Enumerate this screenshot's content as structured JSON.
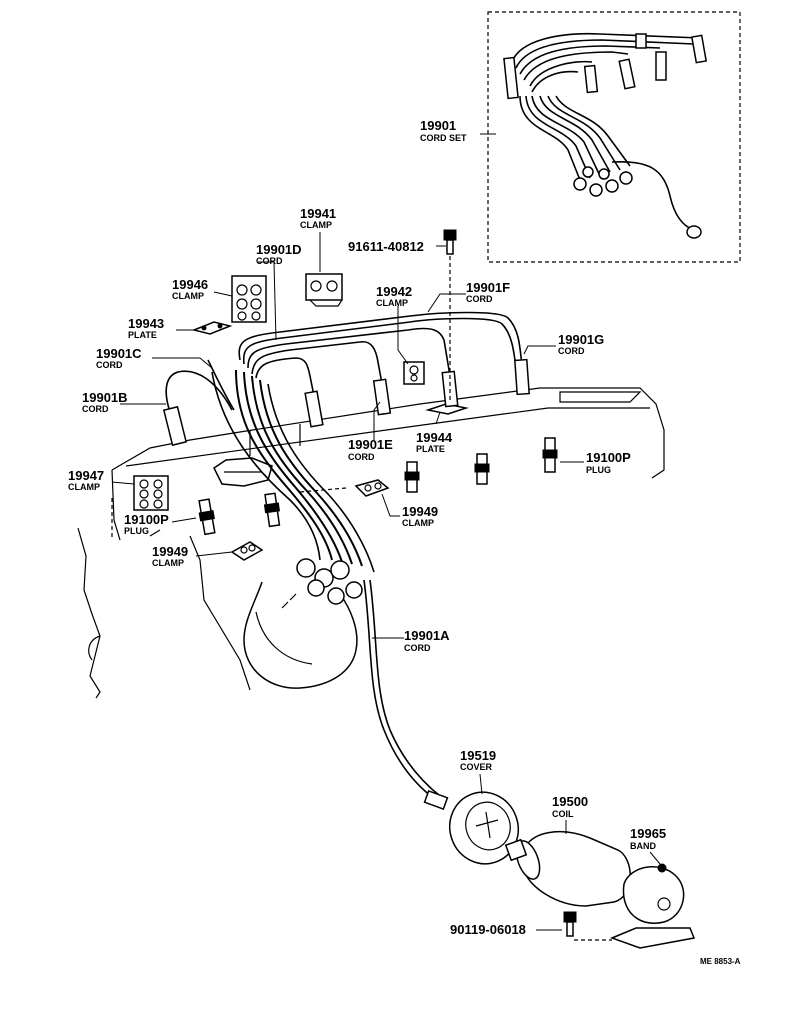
{
  "reference_code": "ME 8853-A",
  "inset": {
    "number": "19901",
    "name": "CORD SET"
  },
  "callouts": [
    {
      "id": "c19941",
      "number": "19941",
      "name": "CLAMP"
    },
    {
      "id": "c91611",
      "number": "91611-40812",
      "name": ""
    },
    {
      "id": "c19901D",
      "number": "19901D",
      "name": "CORD"
    },
    {
      "id": "c19946",
      "number": "19946",
      "name": "CLAMP"
    },
    {
      "id": "c19942",
      "number": "19942",
      "name": "CLAMP"
    },
    {
      "id": "c19901F",
      "number": "19901F",
      "name": "CORD"
    },
    {
      "id": "c19943",
      "number": "19943",
      "name": "PLATE"
    },
    {
      "id": "c19901G",
      "number": "19901G",
      "name": "CORD"
    },
    {
      "id": "c19901C",
      "number": "19901C",
      "name": "CORD"
    },
    {
      "id": "c19901B",
      "number": "19901B",
      "name": "CORD"
    },
    {
      "id": "c19901E",
      "number": "19901E",
      "name": "CORD"
    },
    {
      "id": "c19944",
      "number": "19944",
      "name": "PLATE"
    },
    {
      "id": "c19100Pr",
      "number": "19100P",
      "name": "PLUG"
    },
    {
      "id": "c19947",
      "number": "19947",
      "name": "CLAMP"
    },
    {
      "id": "c19949a",
      "number": "19949",
      "name": "CLAMP"
    },
    {
      "id": "c19100Pl",
      "number": "19100P",
      "name": "PLUG"
    },
    {
      "id": "c19949b",
      "number": "19949",
      "name": "CLAMP"
    },
    {
      "id": "c19901A",
      "number": "19901A",
      "name": "CORD"
    },
    {
      "id": "c19519",
      "number": "19519",
      "name": "COVER"
    },
    {
      "id": "c19500",
      "number": "19500",
      "name": "COIL"
    },
    {
      "id": "c19965",
      "number": "19965",
      "name": "BAND"
    },
    {
      "id": "c90119",
      "number": "90119-06018",
      "name": ""
    }
  ]
}
